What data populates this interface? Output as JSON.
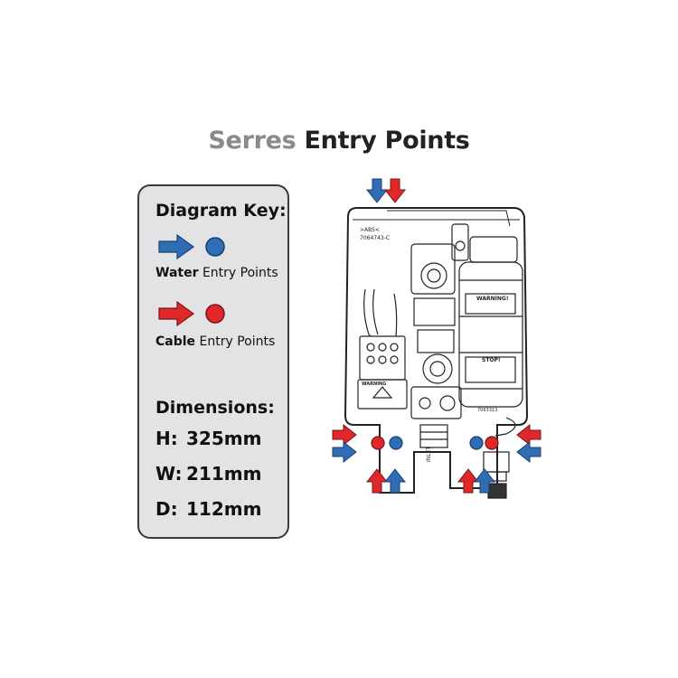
{
  "title": {
    "brand": "Serres",
    "rest": "Entry Points"
  },
  "key": {
    "heading": "Diagram Key:",
    "water": {
      "bold": "Water",
      "rest": "Entry Points",
      "color": "#2f6db5"
    },
    "cable": {
      "bold": "Cable",
      "rest": "Entry Points",
      "color": "#e0282b"
    }
  },
  "dimensions": {
    "heading": "Dimensions:",
    "items": [
      {
        "letter": "H:",
        "value": "325mm"
      },
      {
        "letter": "W:",
        "value": "211mm"
      },
      {
        "letter": "D:",
        "value": "112mm"
      }
    ]
  },
  "unit_labels": {
    "warning1": "WARNING!",
    "warning2": "WARNING",
    "stop": "STOP!",
    "inlet": "INLET",
    "abs": ">ABS<",
    "part1": "7064743-C",
    "part2": "7063313"
  }
}
